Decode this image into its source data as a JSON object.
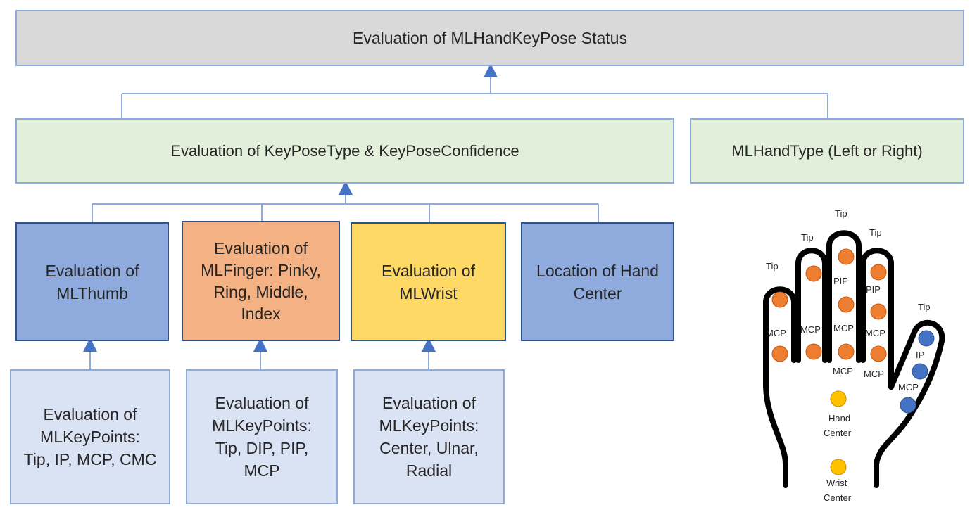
{
  "top": {
    "title": "Evaluation of MLHandKeyPose Status"
  },
  "middle": {
    "keypose": "Evaluation of KeyPoseType & KeyPoseConfidence",
    "handtype": "MLHandType (Left or Right)"
  },
  "row3": {
    "thumb_line1": "Evaluation of",
    "thumb_line2": "MLThumb",
    "finger_line1": "Evaluation of",
    "finger_line2": "MLFinger: Pinky,",
    "finger_line3": "Ring, Middle,",
    "finger_line4": "Index",
    "wrist_line1": "Evaluation of",
    "wrist_line2": "MLWrist",
    "center_line1": "Location of Hand",
    "center_line2": "Center"
  },
  "row4": {
    "thumb_kp_line1": "Evaluation of",
    "thumb_kp_line2": "MLKeyPoints:",
    "thumb_kp_line3": "Tip, IP, MCP, CMC",
    "finger_kp_line1": "Evaluation of",
    "finger_kp_line2": "MLKeyPoints:",
    "finger_kp_line3": "Tip, DIP, PIP,",
    "finger_kp_line4": "MCP",
    "wrist_kp_line1": "Evaluation of",
    "wrist_kp_line2": "MLKeyPoints:",
    "wrist_kp_line3": "Center, Ulnar,",
    "wrist_kp_line4": "Radial"
  },
  "hand_labels": {
    "tip": "Tip",
    "pip": "PIP",
    "mcp": "MCP",
    "ip": "IP",
    "hand_center_1": "Hand",
    "hand_center_2": "Center",
    "wrist_center_1": "Wrist",
    "wrist_center_2": "Center"
  },
  "colors": {
    "gray_box": "#d9d9d9",
    "green_box": "#e2efda",
    "blue_box": "#8faadc",
    "orange_box": "#f4b183",
    "yellow_box": "#ffd966",
    "light_blue_box": "#dae3f3",
    "border": "#2f528f",
    "connector": "#8faadc",
    "finger_dot": "#ed7d31",
    "thumb_dot": "#4472c4",
    "center_dot": "#ffc000"
  }
}
